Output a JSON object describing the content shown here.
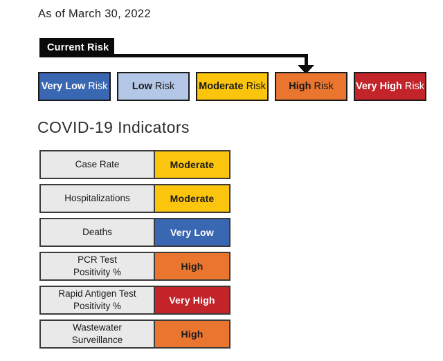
{
  "header": {
    "as_of": "As of March 30, 2022",
    "current_risk_label": "Current Risk",
    "current_risk_points_to": "High Risk"
  },
  "colors": {
    "very_low": "#3A67B1",
    "low": "#B4C7E7",
    "moderate": "#FBC40D",
    "high": "#E9752F",
    "very_high": "#C2242A",
    "label_gray": "#E9E9E9",
    "arrow_black": "#0A0A0A"
  },
  "risk_scale": [
    {
      "bold": "Very Low",
      "rest": "Risk",
      "bg": "#3A67B1",
      "fg": "#FFFFFF",
      "current": false
    },
    {
      "bold": "Low",
      "rest": "Risk",
      "bg": "#B4C7E7",
      "fg": "#1A1A1A",
      "current": false
    },
    {
      "bold": "Moderate",
      "rest": "Risk",
      "bg": "#FBC40D",
      "fg": "#1A1A1A",
      "current": false
    },
    {
      "bold": "High",
      "rest": "Risk",
      "bg": "#E9752F",
      "fg": "#1A1A1A",
      "current": true
    },
    {
      "bold": "Very High",
      "rest": "Risk",
      "bg": "#C2242A",
      "fg": "#FFFFFF",
      "current": false
    }
  ],
  "indicators": {
    "title": "COVID-19 Indicators",
    "rows": [
      {
        "label": "Case Rate",
        "value": "Moderate",
        "bg": "#FBC40D",
        "fg": "#1A1A1A"
      },
      {
        "label": "Hospitalizations",
        "value": "Moderate",
        "bg": "#FBC40D",
        "fg": "#1A1A1A"
      },
      {
        "label": "Deaths",
        "value": "Very Low",
        "bg": "#3A67B1",
        "fg": "#FFFFFF"
      },
      {
        "label": "PCR Test\nPositivity %",
        "value": "High",
        "bg": "#E9752F",
        "fg": "#1A1A1A"
      },
      {
        "label": "Rapid Antigen Test\nPositivity %",
        "value": "Very High",
        "bg": "#C2242A",
        "fg": "#FFFFFF"
      },
      {
        "label": "Wastewater\nSurveillance",
        "value": "High",
        "bg": "#E9752F",
        "fg": "#1A1A1A"
      }
    ]
  }
}
